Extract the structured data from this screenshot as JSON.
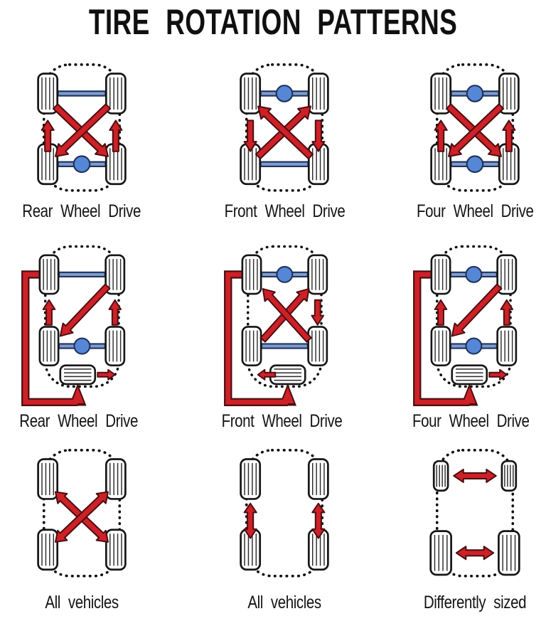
{
  "title": "TIRE ROTATION PATTERNS",
  "colors": {
    "background": "#ffffff",
    "text": "#141414",
    "arrow_red": "#cd2127",
    "arrow_outline": "#4a0d10",
    "axle_blue": "#7e9cce",
    "diff_blue": "#5587d6",
    "axle_outline": "#20335b",
    "tire_fill": "#fefefe",
    "tire_outline": "#161616",
    "body_dots": "#0d0d0d"
  },
  "cells": [
    {
      "label": "Rear Wheel Drive",
      "spare": false,
      "axles": true,
      "differential": "rear",
      "tires": "equal",
      "pattern": "rearward-cross",
      "rotation": "Front tires cross to rear; rear tires move straight forward"
    },
    {
      "label": "Front Wheel Drive",
      "spare": false,
      "axles": true,
      "differential": "front",
      "tires": "equal",
      "pattern": "forward-cross",
      "rotation": "Rear tires cross to front; front tires move straight back"
    },
    {
      "label": "Four Wheel Drive",
      "spare": false,
      "axles": true,
      "differential": "both",
      "tires": "equal",
      "pattern": "rearward-cross",
      "rotation": "Front tires cross to rear; rear tires move straight forward"
    },
    {
      "label": "Rear Wheel Drive",
      "spare": true,
      "axles": true,
      "differential": "rear",
      "tires": "equal",
      "pattern": "five-tire-rearward",
      "rotation": "Right front diagonally to left rear; rear tires straight forward; spare to right rear; left front to spare"
    },
    {
      "label": "Front Wheel Drive",
      "spare": true,
      "axles": true,
      "differential": "front",
      "tires": "equal",
      "pattern": "five-tire-forward",
      "rotation": "Rear tires cross to front; right front straight back; spare to left rear; left front to spare"
    },
    {
      "label": "Four Wheel Drive",
      "spare": true,
      "axles": true,
      "differential": "both",
      "tires": "equal",
      "pattern": "five-tire-rearward",
      "rotation": "Right front diagonally to left rear; rear tires straight forward; spare to right rear; left front to spare"
    },
    {
      "label": "All vehicles",
      "spare": false,
      "axles": false,
      "differential": "none",
      "tires": "equal",
      "pattern": "x-swap",
      "rotation": "All four tires swap diagonally (crisscross both ways)"
    },
    {
      "label": "All vehicles",
      "spare": false,
      "axles": false,
      "differential": "none",
      "tires": "equal",
      "pattern": "front-to-back",
      "rotation": "Front and rear tires swap on the same side"
    },
    {
      "label": "Differently sized",
      "spare": false,
      "axles": false,
      "differential": "none",
      "tires": "staggered",
      "pattern": "side-to-side",
      "rotation": "Left and right tires swap across the same axle"
    }
  ]
}
